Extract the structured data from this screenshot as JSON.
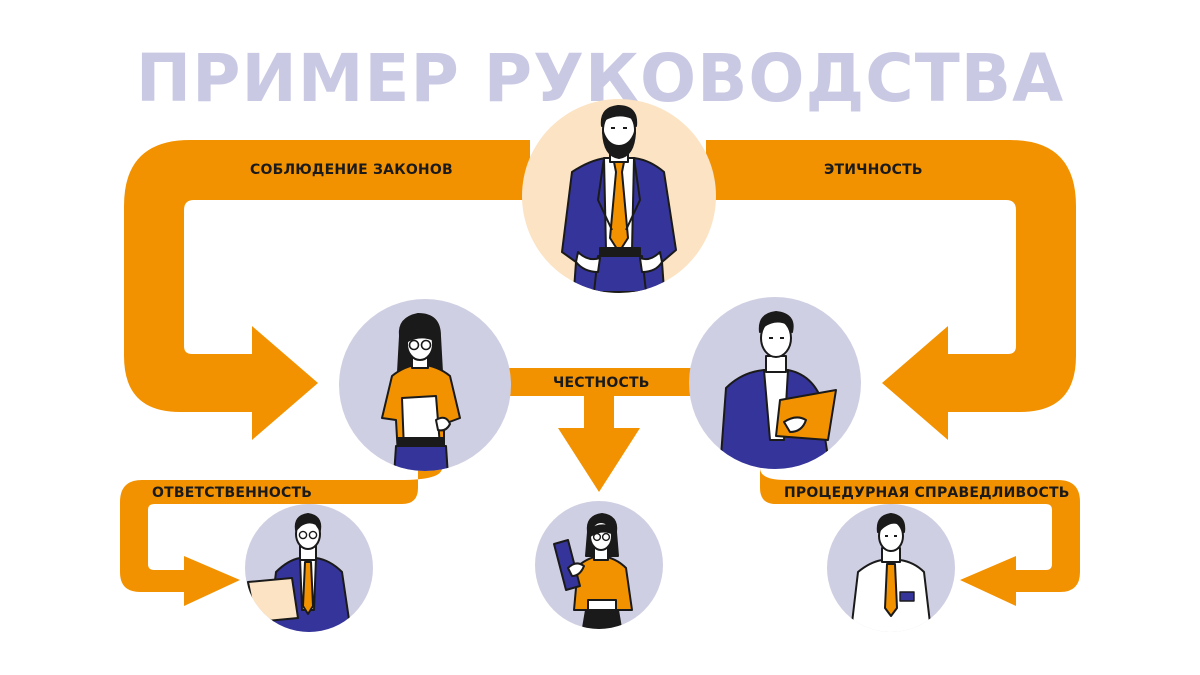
{
  "title": "ПРИМЕР РУКОВОДСТВА",
  "labels": {
    "law": "СОБЛЮДЕНИЕ ЗАКОНОВ",
    "ethics": "ЭТИЧНОСТЬ",
    "honesty": "ЧЕСТНОСТЬ",
    "responsibility": "ОТВЕТСТВЕННОСТЬ",
    "procedural": "ПРОЦЕДУРНАЯ СПРАВЕДЛИВОСТЬ"
  },
  "colors": {
    "arrow": "#F39200",
    "title": "#C9C9E4",
    "circle_lavender": "#CFCFE3",
    "circle_peach": "#FBE3C3",
    "suit": "#35349A",
    "text": "#1A1A1A",
    "skin": "#FFFFFF",
    "hair": "#1A1A1A"
  }
}
